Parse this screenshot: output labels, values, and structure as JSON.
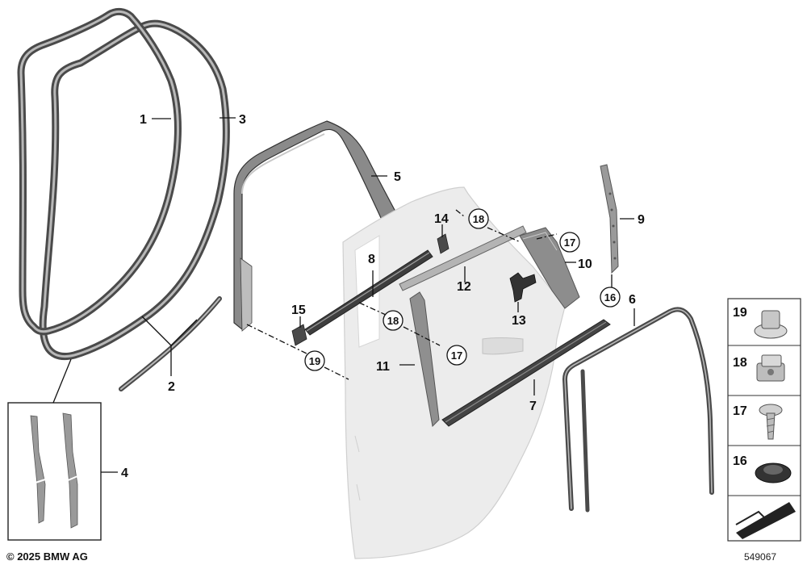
{
  "diagram": {
    "copyright": "© 2025 BMW AG",
    "diagram_number": "549067",
    "callouts": {
      "c1": "1",
      "c2": "2",
      "c3": "3",
      "c4": "4",
      "c5": "5",
      "c6": "6",
      "c7": "7",
      "c8": "8",
      "c9": "9",
      "c10": "10",
      "c11": "11",
      "c12": "12",
      "c13": "13",
      "c14": "14",
      "c15": "15"
    },
    "circled_callouts": {
      "c18_top": "18",
      "c17_top": "17",
      "c16": "16",
      "c18_mid": "18",
      "c17_mid": "17",
      "c19": "19"
    },
    "legend": {
      "i19": "19",
      "i18": "18",
      "i17": "17",
      "i16": "16"
    }
  },
  "colors": {
    "seal_dark": "#4a4a4a",
    "door_fill": "#e9e9e9",
    "part_gray": "#8c8c8c",
    "line": "#111111"
  }
}
